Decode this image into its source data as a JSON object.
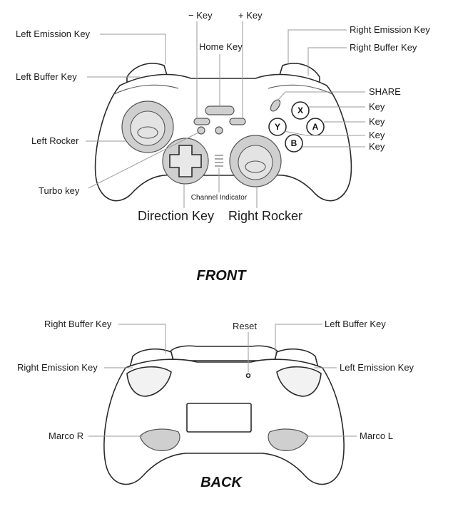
{
  "front": {
    "section_title": "FRONT",
    "labels": {
      "minus_key": "− Key",
      "plus_key": "+ Key",
      "home_key": "Home Key",
      "left_emission_key": "Left Emission Key",
      "left_buffer_key": "Left Buffer Key",
      "left_rocker": "Left Rocker",
      "turbo_key": "Turbo key",
      "right_emission_key": "Right Emission Key",
      "right_buffer_key": "Right Buffer Key",
      "share": "SHARE",
      "x_key": "Key",
      "a_key": "Key",
      "y_key": "Key",
      "b_key": "Key",
      "channel_indicator": "Channel Indicator",
      "direction_key": "Direction Key",
      "right_rocker": "Right Rocker"
    },
    "buttons": {
      "x": "X",
      "a": "A",
      "y": "Y",
      "b": "B"
    }
  },
  "back": {
    "section_title": "BACK",
    "labels": {
      "right_buffer_key": "Right Buffer Key",
      "reset": "Reset",
      "left_buffer_key": "Left Buffer Key",
      "right_emission_key": "Right Emission Key",
      "left_emission_key": "Left Emission Key",
      "marco_r": "Marco R",
      "marco_l": "Marco L"
    }
  }
}
